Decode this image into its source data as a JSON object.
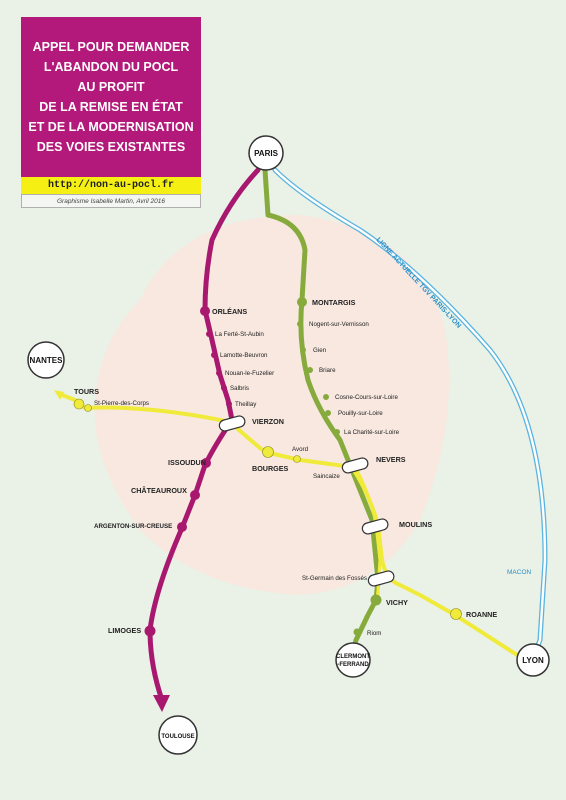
{
  "poster": {
    "title_lines": [
      "APPEL POUR DEMANDER",
      "L'ABANDON DU POCL",
      "AU PROFIT",
      "DE LA REMISE EN ÉTAT",
      "ET DE LA MODERNISATION",
      "DES VOIES EXISTANTES"
    ],
    "url": "http://non-au-pocl.fr",
    "credit": "Graphisme Isabelle Martin, Avril 2016"
  },
  "colors": {
    "background": "#eaf1e6",
    "region": "#f8e8e0",
    "magenta_line": "#a8186f",
    "green_line": "#86aa3c",
    "yellow_line": "#f0ea3a",
    "tgv_line": "#5ab4e0",
    "title_bg": "#b3197a",
    "url_bg": "#f5ef13"
  },
  "cities": {
    "paris": "PARIS",
    "nantes": "NANTES",
    "lyon": "LYON",
    "toulouse": "TOULOUSE",
    "clermont_1": "CLERMONT",
    "clermont_2": "-FERRAND"
  },
  "tgv_label": "LIGNE ACTUELLE TGV PARIS-LYON",
  "macon_label": "MACON",
  "stations": {
    "orleans": "ORLÉANS",
    "la_ferte": "La Ferté-St-Aubin",
    "lamotte": "Lamotte-Beuvron",
    "nouan": "Nouan-le-Fuzelier",
    "salbris": "Salbris",
    "theillay": "Theillay",
    "vierzon": "VIERZON",
    "issoudun": "ISSOUDUN",
    "chateauroux": "CHÂTEAUROUX",
    "argenton": "ARGENTON-SUR-CREUSE",
    "limoges": "LIMOGES",
    "tours": "TOURS",
    "st_pierre": "St-Pierre-des-Corps",
    "bourges": "BOURGES",
    "avord": "Avord",
    "nevers": "NEVERS",
    "saincaize": "Saincaize",
    "montargis": "MONTARGIS",
    "nogent": "Nogent-sur-Vernisson",
    "gien": "Gien",
    "briare": "Briare",
    "cosne": "Cosne-Cours-sur-Loire",
    "pouilly": "Pouilly-sur-Loire",
    "charite": "La Charité-sur-Loire",
    "moulins": "MOULINS",
    "st_germain": "St-Germain des Fossés",
    "vichy": "VICHY",
    "riom": "Riom",
    "roanne": "ROANNE"
  }
}
